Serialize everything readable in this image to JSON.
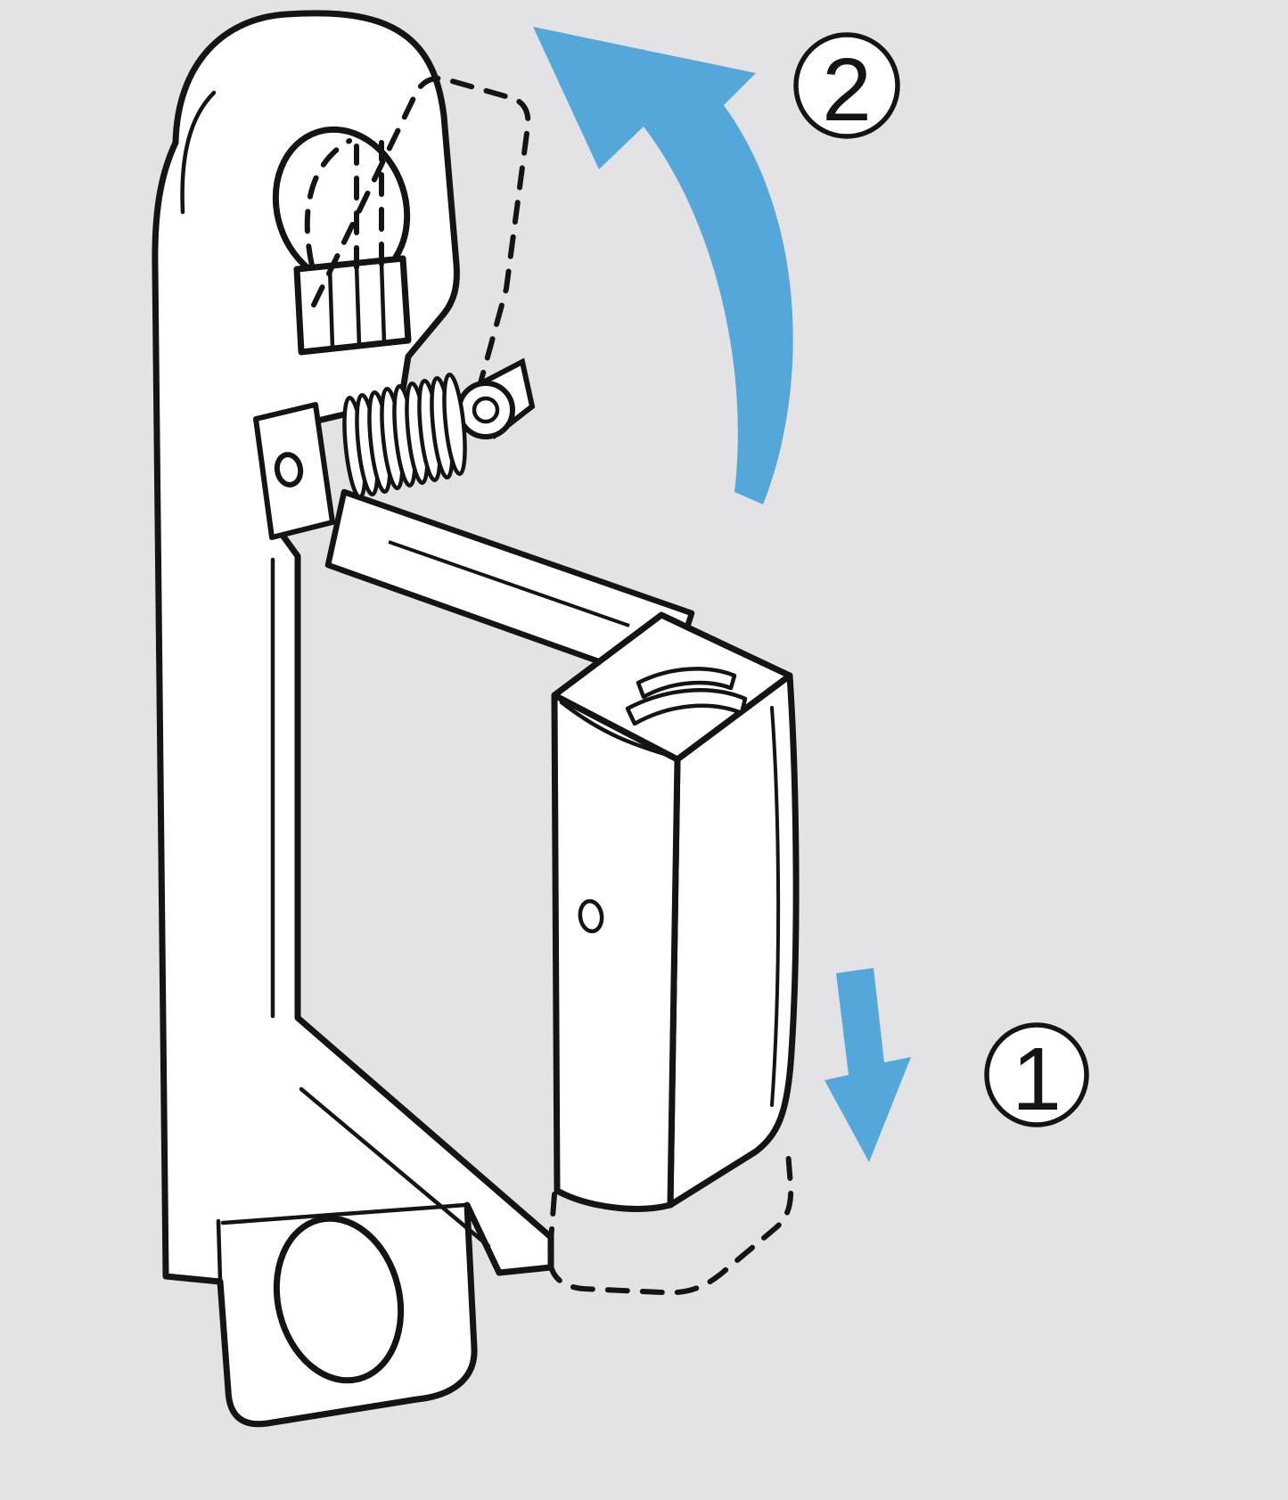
{
  "figure": {
    "kind": "instruction-diagram",
    "description": "Spring-loaded latch: press gate down (1), then rotate lever up (2)",
    "background_color": "#e3e3e5",
    "line_color": "#141414",
    "arrow_color": "#54a7d9",
    "steps": [
      {
        "number": "1"
      },
      {
        "number": "2"
      }
    ]
  }
}
